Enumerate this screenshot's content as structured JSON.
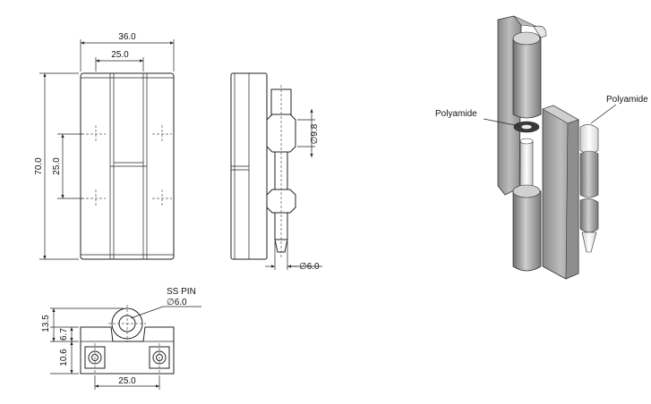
{
  "front_view": {
    "width_overall": "36.0",
    "width_inner": "25.0",
    "height_overall": "70.0",
    "hole_spacing": "25.0"
  },
  "side_view": {
    "knuckle_diameter": "9.8",
    "pin_diameter": "6.0"
  },
  "top_view": {
    "pin_note": "SS PIN",
    "pin_diameter": "6.0",
    "height_total": "13.5",
    "height_upper": "6.7",
    "height_lower": "10.6",
    "hole_spacing": "25.0"
  },
  "iso_view": {
    "label_left": "Polyamide",
    "label_right": "Polyamide"
  },
  "colors": {
    "line": "#222222",
    "metal_light": "#d9d9d9",
    "metal_mid": "#a8a8a8",
    "metal_dark": "#6d6d6d",
    "washer": "#3a3a3a",
    "pin": "#f2f2f2"
  }
}
